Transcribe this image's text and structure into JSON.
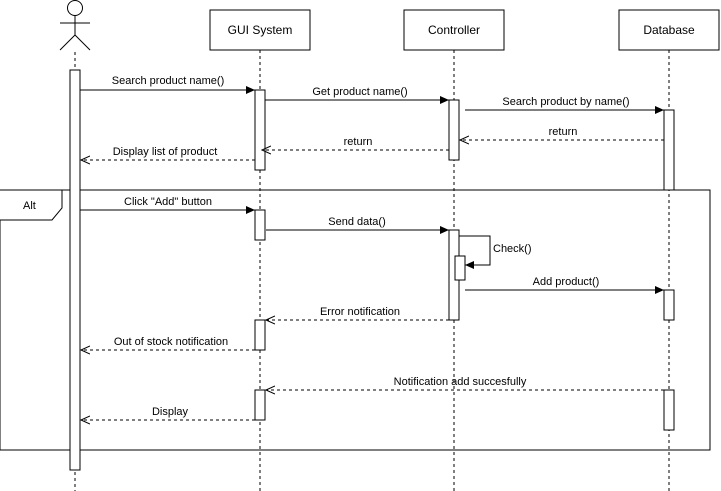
{
  "participants": [
    {
      "id": "actor",
      "label": "",
      "kind": "actor"
    },
    {
      "id": "gui",
      "label": "GUI System",
      "kind": "box"
    },
    {
      "id": "controller",
      "label": "Controller",
      "kind": "box"
    },
    {
      "id": "database",
      "label": "Database",
      "kind": "box"
    }
  ],
  "fragment": {
    "operator": "Alt"
  },
  "messages": [
    {
      "label": "Search product name()",
      "from": "actor",
      "to": "gui",
      "type": "sync"
    },
    {
      "label": "Get product name()",
      "from": "gui",
      "to": "controller",
      "type": "sync"
    },
    {
      "label": "Search product by name()",
      "from": "controller",
      "to": "database",
      "type": "sync"
    },
    {
      "label": "return",
      "from": "database",
      "to": "controller",
      "type": "return"
    },
    {
      "label": "return",
      "from": "controller",
      "to": "gui",
      "type": "return"
    },
    {
      "label": "Display list of product",
      "from": "gui",
      "to": "actor",
      "type": "return"
    },
    {
      "label": "Click \"Add\" button",
      "from": "actor",
      "to": "gui",
      "type": "sync"
    },
    {
      "label": "Send data()",
      "from": "gui",
      "to": "controller",
      "type": "sync"
    },
    {
      "label": "Check()",
      "from": "controller",
      "to": "controller",
      "type": "self"
    },
    {
      "label": "Add product()",
      "from": "controller",
      "to": "database",
      "type": "sync"
    },
    {
      "label": "Error notification",
      "from": "controller",
      "to": "gui",
      "type": "return"
    },
    {
      "label": "Out of stock notification",
      "from": "gui",
      "to": "actor",
      "type": "return"
    },
    {
      "label": "Notification add succesfully",
      "from": "database",
      "to": "gui",
      "type": "return"
    },
    {
      "label": "Display",
      "from": "gui",
      "to": "actor",
      "type": "return"
    }
  ]
}
